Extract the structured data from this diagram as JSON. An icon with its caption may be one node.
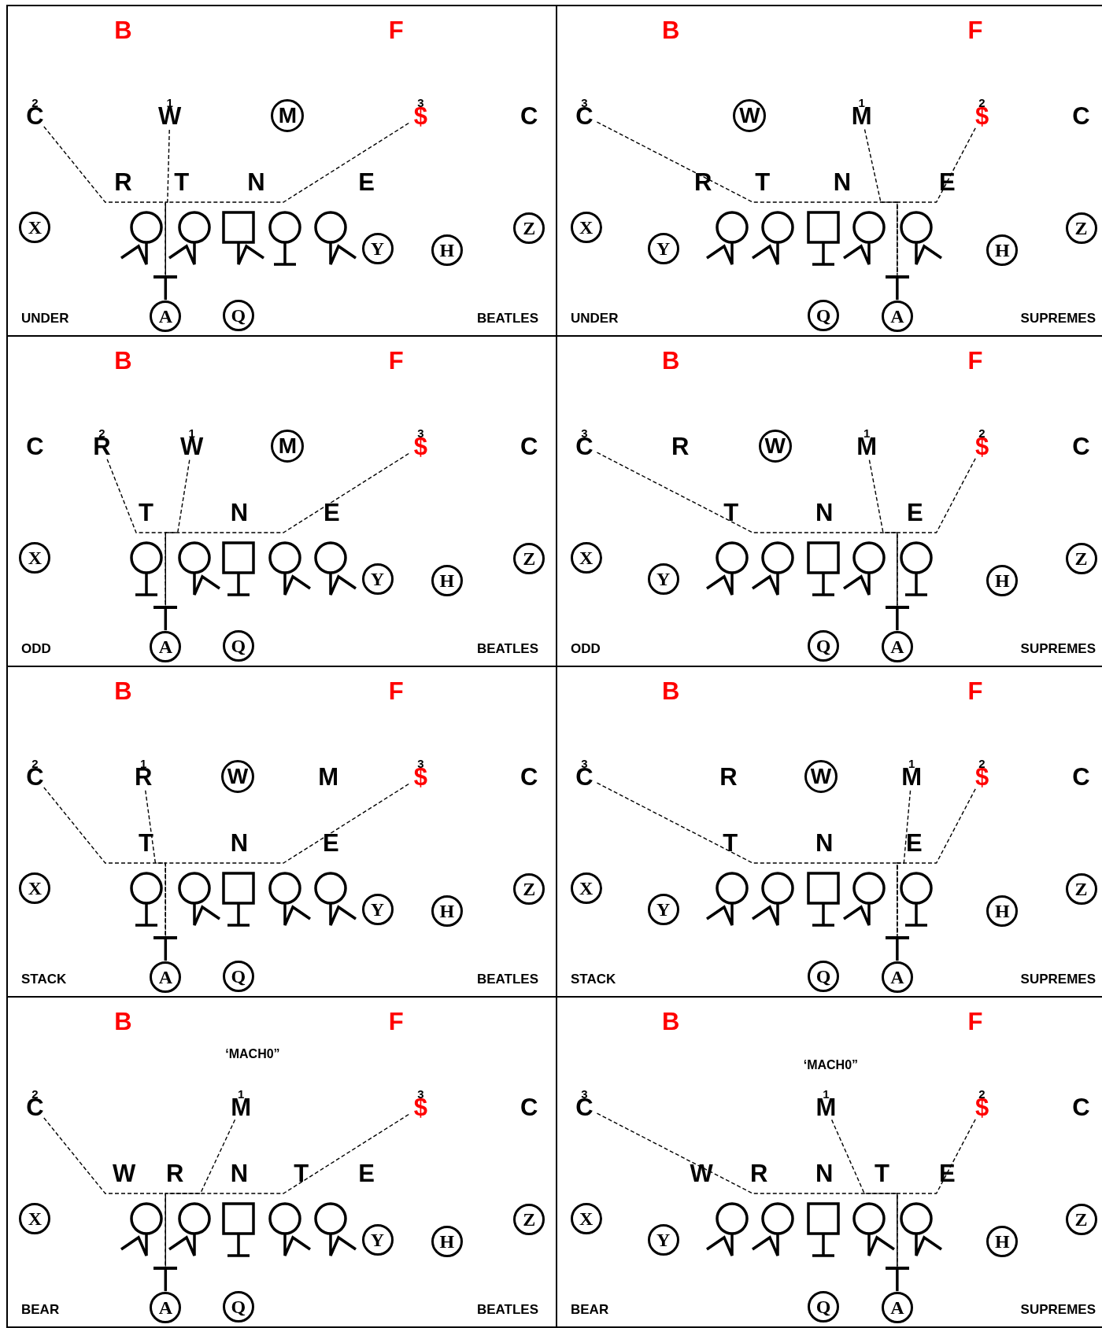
{
  "diagram": {
    "nodes": [
      {
        "text": [
          "UNDER",
          "BEATLES"
        ]
      },
      {
        "text": [
          "B"
        ],
        "in": 0
      },
      {
        "text": [
          "F"
        ],
        "in": 0
      },
      {
        "text": [
          "C"
        ],
        "in": 0,
        "beside": [
          "2"
        ]
      },
      {
        "text": [
          "W"
        ],
        "in": 0,
        "beside": [
          "1"
        ]
      },
      {
        "text": [
          "M"
        ],
        "in": 0
      },
      {
        "text": [
          "$"
        ],
        "in": 0,
        "beside": [
          "3"
        ]
      },
      {
        "text": [
          "C"
        ],
        "in": 0
      },
      {
        "text": [
          "R"
        ],
        "in": 0
      },
      {
        "text": [
          "T"
        ],
        "in": 0
      },
      {
        "text": [
          "N"
        ],
        "in": 0
      },
      {
        "text": [
          "E"
        ],
        "in": 0
      },
      {
        "text": [
          "X"
        ],
        "in": 0
      },
      {
        "text": [],
        "shape": "circle",
        "in": 0
      },
      {
        "text": [],
        "shape": "circle",
        "in": 0
      },
      {
        "text": [],
        "shape": "box",
        "in": 0
      },
      {
        "text": [],
        "shape": "circle",
        "in": 0
      },
      {
        "text": [],
        "shape": "circle",
        "in": 0
      },
      {
        "text": [
          "Y"
        ],
        "in": 0
      },
      {
        "text": [
          "H"
        ],
        "in": 0
      },
      {
        "text": [
          "Z"
        ],
        "in": 0
      },
      {
        "text": [],
        "shape": "bar",
        "in": 0
      },
      {
        "text": [
          "A"
        ],
        "in": 0
      },
      {
        "text": [
          "Q"
        ],
        "in": 0
      },
      {
        "text": [
          "UNDER",
          "SUPREMES"
        ]
      },
      {
        "text": [
          "B"
        ],
        "in": 24
      },
      {
        "text": [
          "F"
        ],
        "in": 24
      },
      {
        "text": [
          "C"
        ],
        "in": 24,
        "beside": [
          "3"
        ]
      },
      {
        "text": [
          "W"
        ],
        "in": 24
      },
      {
        "text": [
          "M"
        ],
        "in": 24,
        "beside": [
          "1"
        ]
      },
      {
        "text": [
          "$"
        ],
        "in": 24,
        "beside": [
          "2"
        ]
      },
      {
        "text": [
          "C"
        ],
        "in": 24
      },
      {
        "text": [
          "R"
        ],
        "in": 24
      },
      {
        "text": [
          "T"
        ],
        "in": 24
      },
      {
        "text": [
          "N"
        ],
        "in": 24
      },
      {
        "text": [
          "E"
        ],
        "in": 24
      },
      {
        "text": [
          "X"
        ],
        "in": 24
      },
      {
        "text": [
          "Y"
        ],
        "in": 24
      },
      {
        "text": [],
        "shape": "circle",
        "in": 24
      },
      {
        "text": [],
        "shape": "circle",
        "in": 24
      },
      {
        "text": [],
        "shape": "box",
        "in": 24
      },
      {
        "text": [],
        "shape": "circle",
        "in": 24
      },
      {
        "text": [],
        "shape": "circle",
        "in": 24
      },
      {
        "text": [
          "H"
        ],
        "in": 24
      },
      {
        "text": [
          "Z"
        ],
        "in": 24
      },
      {
        "text": [],
        "shape": "bar",
        "in": 24
      },
      {
        "text": [
          "Q"
        ],
        "in": 24
      },
      {
        "text": [
          "A"
        ],
        "in": 24
      },
      {
        "text": [
          "ODD",
          "BEATLES"
        ]
      },
      {
        "text": [
          "B"
        ],
        "in": 48
      },
      {
        "text": [
          "F"
        ],
        "in": 48
      },
      {
        "text": [
          "C"
        ],
        "in": 48
      },
      {
        "text": [
          "R"
        ],
        "in": 48,
        "beside": [
          "2"
        ]
      },
      {
        "text": [
          "W"
        ],
        "in": 48,
        "beside": [
          "1"
        ]
      },
      {
        "text": [
          "M"
        ],
        "in": 48
      },
      {
        "text": [
          "$"
        ],
        "in": 48,
        "beside": [
          "3"
        ]
      },
      {
        "text": [
          "C"
        ],
        "in": 48
      },
      {
        "text": [
          "T"
        ],
        "in": 48
      },
      {
        "text": [
          "N"
        ],
        "in": 48
      },
      {
        "text": [
          "E"
        ],
        "in": 48
      },
      {
        "text": [
          "X"
        ],
        "in": 48
      },
      {
        "text": [],
        "shape": "circle",
        "in": 48
      },
      {
        "text": [],
        "shape": "circle",
        "in": 48
      },
      {
        "text": [],
        "shape": "box",
        "in": 48
      },
      {
        "text": [],
        "shape": "circle",
        "in": 48
      },
      {
        "text": [],
        "shape": "circle",
        "in": 48
      },
      {
        "text": [
          "Y"
        ],
        "in": 48
      },
      {
        "text": [
          "H"
        ],
        "in": 48
      },
      {
        "text": [
          "Z"
        ],
        "in": 48
      },
      {
        "text": [],
        "shape": "bar",
        "in": 48
      },
      {
        "text": [
          "A"
        ],
        "in": 48
      },
      {
        "text": [
          "Q"
        ],
        "in": 48
      },
      {
        "text": [
          "ODD",
          "SUPREMES"
        ]
      },
      {
        "text": [
          "B"
        ],
        "in": 72
      },
      {
        "text": [
          "F"
        ],
        "in": 72
      },
      {
        "text": [
          "C"
        ],
        "in": 72,
        "beside": [
          "3"
        ]
      },
      {
        "text": [
          "R"
        ],
        "in": 72
      },
      {
        "text": [
          "W"
        ],
        "in": 72
      },
      {
        "text": [
          "M"
        ],
        "in": 72,
        "beside": [
          "1"
        ]
      },
      {
        "text": [
          "$"
        ],
        "in": 72,
        "beside": [
          "2"
        ]
      },
      {
        "text": [
          "C"
        ],
        "in": 72
      },
      {
        "text": [
          "T"
        ],
        "in": 72
      },
      {
        "text": [
          "N"
        ],
        "in": 72
      },
      {
        "text": [
          "E"
        ],
        "in": 72
      },
      {
        "text": [
          "X"
        ],
        "in": 72
      },
      {
        "text": [
          "Y"
        ],
        "in": 72
      },
      {
        "text": [],
        "shape": "circle",
        "in": 72
      },
      {
        "text": [],
        "shape": "circle",
        "in": 72
      },
      {
        "text": [],
        "shape": "box",
        "in": 72
      },
      {
        "text": [],
        "shape": "circle",
        "in": 72
      },
      {
        "text": [],
        "shape": "circle",
        "in": 72
      },
      {
        "text": [
          "H"
        ],
        "in": 72
      },
      {
        "text": [
          "Z"
        ],
        "in": 72
      },
      {
        "text": [],
        "shape": "bar",
        "in": 72
      },
      {
        "text": [
          "Q"
        ],
        "in": 72
      },
      {
        "text": [
          "A"
        ],
        "in": 72
      },
      {
        "text": [
          "STACK",
          "BEATLES"
        ]
      },
      {
        "text": [
          "B"
        ],
        "in": 96
      },
      {
        "text": [
          "F"
        ],
        "in": 96
      },
      {
        "text": [
          "C"
        ],
        "in": 96,
        "beside": [
          "2"
        ]
      },
      {
        "text": [
          "R"
        ],
        "in": 96,
        "beside": [
          "1"
        ]
      },
      {
        "text": [
          "W"
        ],
        "in": 96
      },
      {
        "text": [
          "M"
        ],
        "in": 96
      },
      {
        "text": [
          "$"
        ],
        "in": 96,
        "beside": [
          "3"
        ]
      },
      {
        "text": [
          "C"
        ],
        "in": 96
      },
      {
        "text": [
          "T"
        ],
        "in": 96
      },
      {
        "text": [
          "N"
        ],
        "in": 96
      },
      {
        "text": [
          "E"
        ],
        "in": 96
      },
      {
        "text": [
          "X"
        ],
        "in": 96
      },
      {
        "text": [],
        "shape": "circle",
        "in": 96
      },
      {
        "text": [],
        "shape": "circle",
        "in": 96
      },
      {
        "text": [],
        "shape": "box",
        "in": 96
      },
      {
        "text": [],
        "shape": "circle",
        "in": 96
      },
      {
        "text": [],
        "shape": "circle",
        "in": 96
      },
      {
        "text": [
          "Y"
        ],
        "in": 96
      },
      {
        "text": [
          "H"
        ],
        "in": 96
      },
      {
        "text": [
          "Z"
        ],
        "in": 96
      },
      {
        "text": [],
        "shape": "bar",
        "in": 96
      },
      {
        "text": [
          "A"
        ],
        "in": 96
      },
      {
        "text": [
          "Q"
        ],
        "in": 96
      },
      {
        "text": [
          "STACK",
          "SUPREMES"
        ]
      },
      {
        "text": [
          "B"
        ],
        "in": 120
      },
      {
        "text": [
          "F"
        ],
        "in": 120
      },
      {
        "text": [
          "C"
        ],
        "in": 120,
        "beside": [
          "3"
        ]
      },
      {
        "text": [
          "R"
        ],
        "in": 120
      },
      {
        "text": [
          "W"
        ],
        "in": 120
      },
      {
        "text": [
          "M"
        ],
        "in": 120,
        "beside": [
          "1"
        ]
      },
      {
        "text": [
          "$"
        ],
        "in": 120,
        "beside": [
          "2"
        ]
      },
      {
        "text": [
          "C"
        ],
        "in": 120
      },
      {
        "text": [
          "T"
        ],
        "in": 120
      },
      {
        "text": [
          "N"
        ],
        "in": 120
      },
      {
        "text": [
          "E"
        ],
        "in": 120
      },
      {
        "text": [
          "X"
        ],
        "in": 120
      },
      {
        "text": [
          "Y"
        ],
        "in": 120
      },
      {
        "text": [],
        "shape": "circle",
        "in": 120
      },
      {
        "text": [],
        "shape": "circle",
        "in": 120
      },
      {
        "text": [],
        "shape": "box",
        "in": 120
      },
      {
        "text": [],
        "shape": "circle",
        "in": 120
      },
      {
        "text": [],
        "shape": "circle",
        "in": 120
      },
      {
        "text": [
          "H"
        ],
        "in": 120
      },
      {
        "text": [
          "Z"
        ],
        "in": 120
      },
      {
        "text": [],
        "shape": "bar",
        "in": 120
      },
      {
        "text": [
          "Q"
        ],
        "in": 120
      },
      {
        "text": [
          "A"
        ],
        "in": 120
      },
      {
        "text": [
          "BEAR",
          "BEATLES"
        ]
      },
      {
        "text": [
          "B"
        ],
        "in": 144
      },
      {
        "text": [
          "F"
        ],
        "in": 144
      },
      {
        "text": [
          "C"
        ],
        "in": 144,
        "beside": [
          "2"
        ]
      },
      {
        "text": [
          "M"
        ],
        "in": 144,
        "beside": [
          "1"
        ]
      },
      {
        "text": [
          "$"
        ],
        "in": 144,
        "beside": [
          "3"
        ]
      },
      {
        "text": [
          "C"
        ],
        "in": 144
      },
      {
        "text": [
          "W"
        ],
        "in": 144
      },
      {
        "text": [
          "R"
        ],
        "in": 144
      },
      {
        "text": [
          "N"
        ],
        "in": 144
      },
      {
        "text": [
          "T"
        ],
        "in": 144
      },
      {
        "text": [
          "E"
        ],
        "in": 144
      },
      {
        "text": [
          "X"
        ],
        "in": 144
      },
      {
        "text": [],
        "shape": "circle",
        "in": 144
      },
      {
        "text": [],
        "shape": "circle",
        "in": 144
      },
      {
        "text": [],
        "shape": "box",
        "in": 144
      },
      {
        "text": [],
        "shape": "circle",
        "in": 144
      },
      {
        "text": [],
        "shape": "circle",
        "in": 144
      },
      {
        "text": [
          "Y"
        ],
        "in": 144
      },
      {
        "text": [
          "H"
        ],
        "in": 144
      },
      {
        "text": [
          "Z"
        ],
        "in": 144
      },
      {
        "text": [],
        "shape": "bar",
        "in": 144
      },
      {
        "text": [
          "A"
        ],
        "in": 144
      },
      {
        "text": [
          "Q"
        ],
        "in": 144
      },
      {
        "text": [
          "BEAR",
          "SUPREMES"
        ]
      },
      {
        "text": [
          "B"
        ],
        "in": 168
      },
      {
        "text": [
          "F"
        ],
        "in": 168
      },
      {
        "text": [
          "C"
        ],
        "in": 168,
        "beside": [
          "3"
        ]
      },
      {
        "text": [
          "M"
        ],
        "in": 168,
        "beside": [
          "1"
        ]
      },
      {
        "text": [
          "$"
        ],
        "in": 168,
        "beside": [
          "2"
        ]
      },
      {
        "text": [
          "C"
        ],
        "in": 168
      },
      {
        "text": [
          "W"
        ],
        "in": 168
      },
      {
        "text": [
          "R"
        ],
        "in": 168
      },
      {
        "text": [
          "N"
        ],
        "in": 168
      },
      {
        "text": [
          "T"
        ],
        "in": 168
      },
      {
        "text": [
          "E"
        ],
        "in": 168
      },
      {
        "text": [
          "X"
        ],
        "in": 168
      },
      {
        "text": [
          "Y"
        ],
        "in": 168
      },
      {
        "text": [],
        "shape": "circle",
        "in": 168
      },
      {
        "text": [],
        "shape": "circle",
        "in": 168
      },
      {
        "text": [],
        "shape": "box",
        "in": 168
      },
      {
        "text": [],
        "shape": "circle",
        "in": 168
      },
      {
        "text": [],
        "shape": "circle",
        "in": 168
      },
      {
        "text": [
          "H"
        ],
        "in": 168
      },
      {
        "text": [
          "Z"
        ],
        "in": 168
      },
      {
        "text": [],
        "shape": "bar",
        "in": 168
      },
      {
        "text": [
          "Q"
        ],
        "in": 168
      },
      {
        "text": [
          "A"
        ],
        "in": 168
      }
    ],
    "edges": [
      {
        "from": 3,
        "to": 21,
        "arrow": "none",
        "style": "dashed"
      },
      {
        "from": 4,
        "to": 21,
        "arrow": "none",
        "style": "dashed"
      },
      {
        "from": 6,
        "to": 21,
        "arrow": "none",
        "style": "dashed"
      },
      {
        "from": 22,
        "to": 21,
        "arrow": "none"
      },
      {
        "from": 27,
        "to": 45,
        "arrow": "none",
        "style": "dashed"
      },
      {
        "from": 29,
        "to": 45,
        "arrow": "none",
        "style": "dashed"
      },
      {
        "from": 30,
        "to": 45,
        "arrow": "none",
        "style": "dashed"
      },
      {
        "from": 47,
        "to": 45,
        "arrow": "none"
      },
      {
        "from": 52,
        "to": 69,
        "arrow": "none",
        "style": "dashed"
      },
      {
        "from": 53,
        "to": 69,
        "arrow": "none",
        "style": "dashed"
      },
      {
        "from": 55,
        "to": 69,
        "arrow": "none",
        "style": "dashed"
      },
      {
        "from": 70,
        "to": 69,
        "arrow": "none"
      },
      {
        "from": 75,
        "to": 93,
        "arrow": "none",
        "style": "dashed"
      },
      {
        "from": 78,
        "to": 93,
        "arrow": "none",
        "style": "dashed"
      },
      {
        "from": 79,
        "to": 93,
        "arrow": "none",
        "style": "dashed"
      },
      {
        "from": 95,
        "to": 93,
        "arrow": "none"
      },
      {
        "from": 99,
        "to": 117,
        "arrow": "none",
        "style": "dashed"
      },
      {
        "from": 100,
        "to": 117,
        "arrow": "none",
        "style": "dashed"
      },
      {
        "from": 103,
        "to": 117,
        "arrow": "none",
        "style": "dashed"
      },
      {
        "from": 118,
        "to": 117,
        "arrow": "none"
      },
      {
        "from": 123,
        "to": 141,
        "arrow": "none",
        "style": "dashed"
      },
      {
        "from": 126,
        "to": 141,
        "arrow": "none",
        "style": "dashed"
      },
      {
        "from": 127,
        "to": 141,
        "arrow": "none",
        "style": "dashed"
      },
      {
        "from": 143,
        "to": 141,
        "arrow": "none"
      },
      {
        "from": 147,
        "to": 165,
        "arrow": "none",
        "style": "dashed"
      },
      {
        "from": 148,
        "to": 165,
        "arrow": "none",
        "style": "dashed"
      },
      {
        "from": 149,
        "to": 165,
        "arrow": "none",
        "style": "dashed"
      },
      {
        "from": 166,
        "to": 165,
        "arrow": "none"
      },
      {
        "from": 171,
        "to": 189,
        "arrow": "none",
        "style": "dashed"
      },
      {
        "from": 172,
        "to": 189,
        "arrow": "none",
        "style": "dashed"
      },
      {
        "from": 173,
        "to": 189,
        "arrow": "none",
        "style": "dashed"
      },
      {
        "from": 191,
        "to": 189,
        "arrow": "none"
      }
    ],
    "labels": [
      "‘MACH0”",
      "‘MACH0”"
    ]
  }
}
